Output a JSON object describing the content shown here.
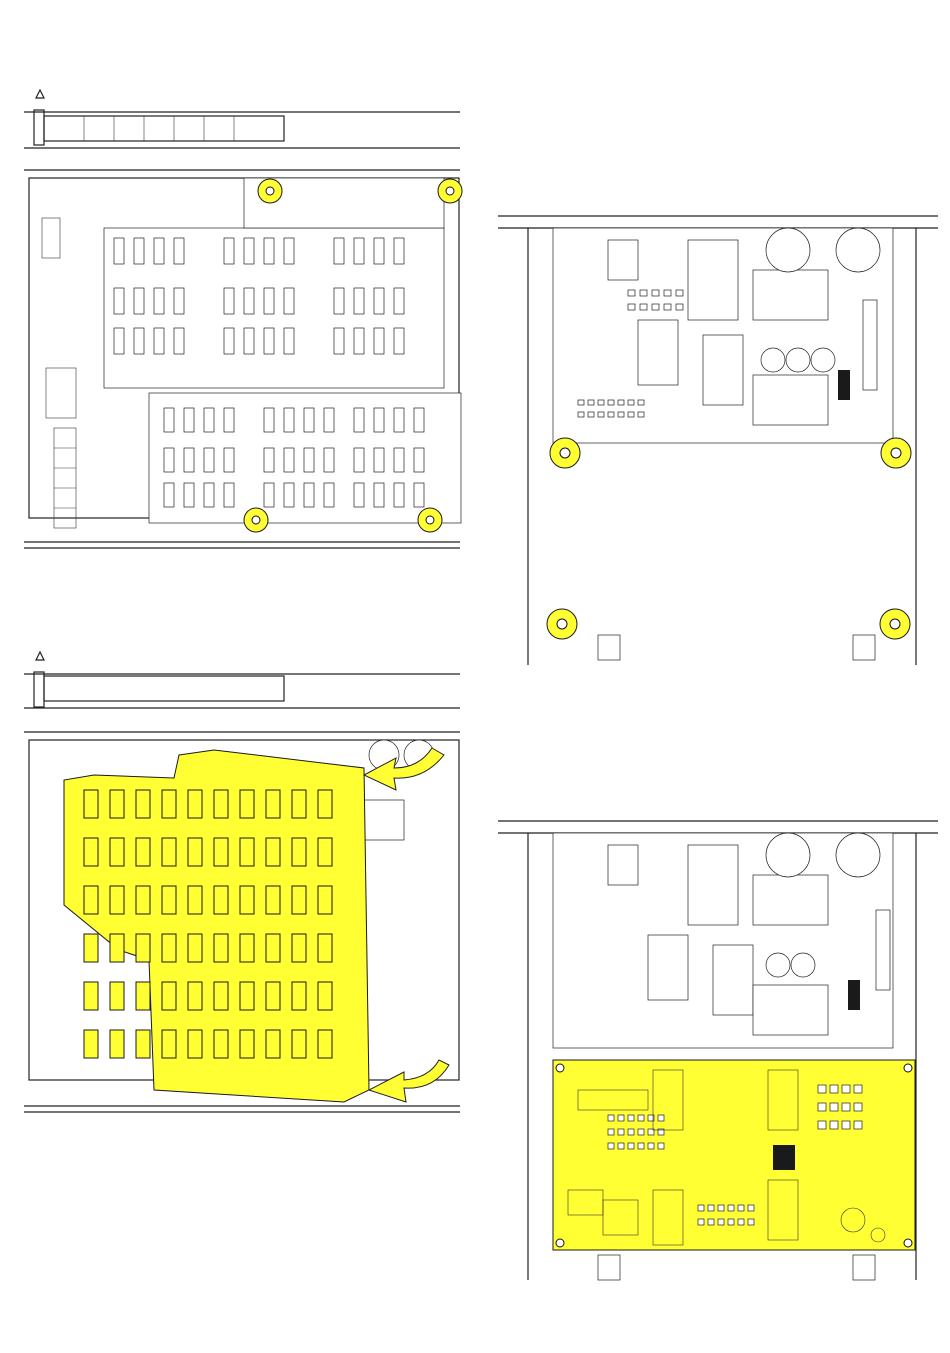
{
  "panels": [
    {
      "id": "panel-a",
      "caption": "",
      "screws_highlighted": 4
    },
    {
      "id": "panel-b",
      "caption": "",
      "screws_highlighted": 4
    },
    {
      "id": "panel-c",
      "caption": "",
      "board_highlighted": true,
      "arrows": 2
    },
    {
      "id": "panel-d",
      "caption": "",
      "board_highlighted": true
    }
  ],
  "colors": {
    "highlight": "#ffff33",
    "outline": "#222222",
    "background": "#ffffff"
  },
  "icons": {
    "screw": "screw-highlight-icon",
    "arrow": "curved-arrow-icon"
  }
}
